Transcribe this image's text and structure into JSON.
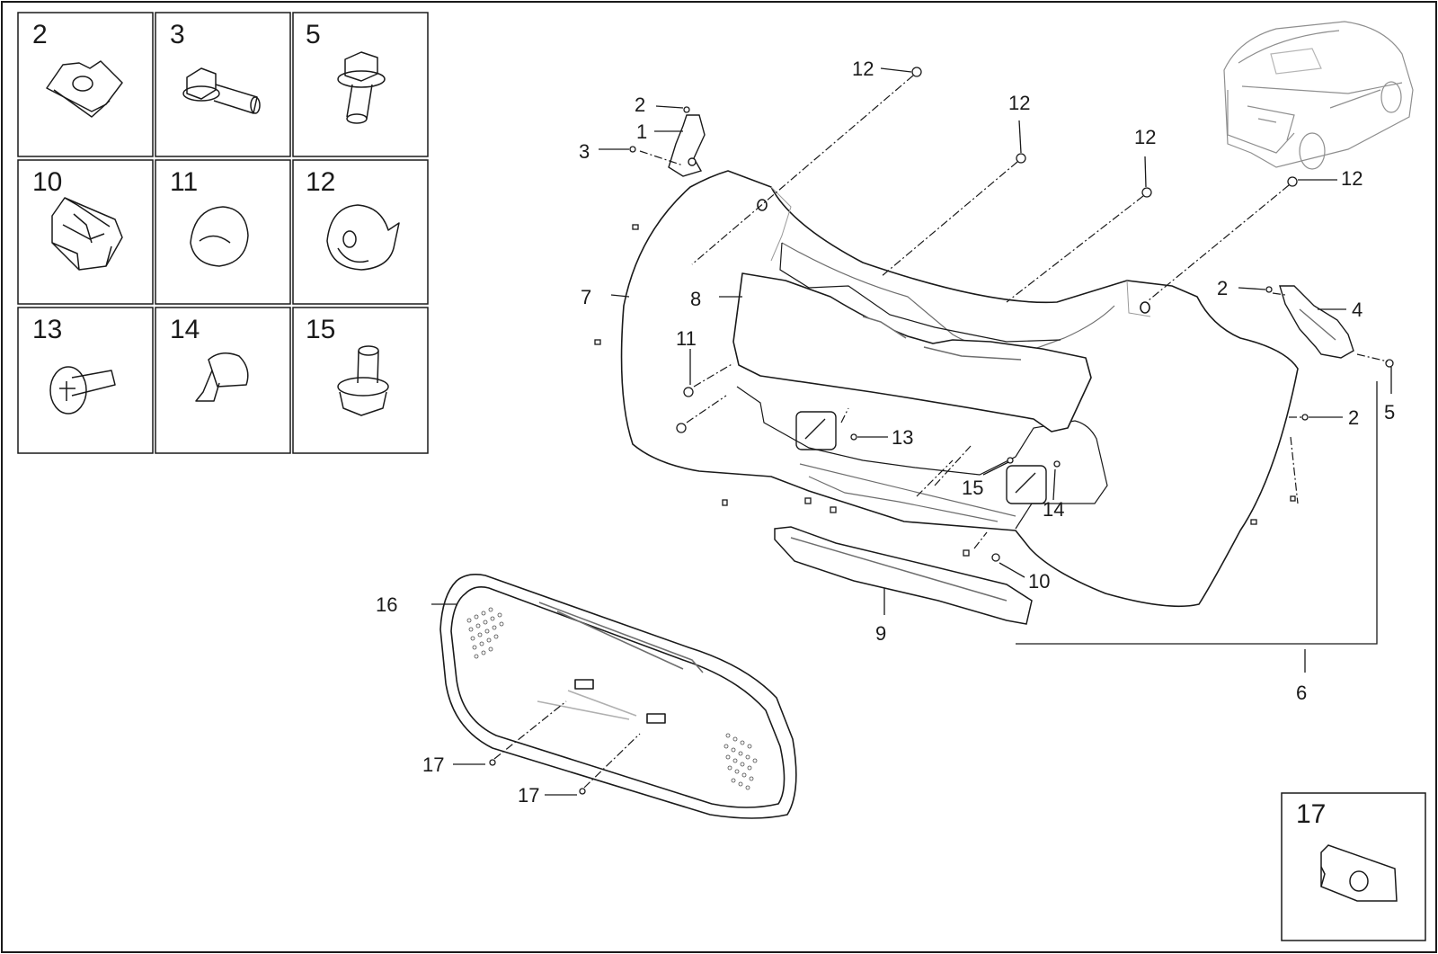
{
  "legend_top": [
    {
      "id": "legend-cell-2",
      "number": "2",
      "part": "spring-nut"
    },
    {
      "id": "legend-cell-3",
      "number": "3",
      "part": "flange-bolt-short"
    },
    {
      "id": "legend-cell-5",
      "number": "5",
      "part": "flange-bolt-long"
    },
    {
      "id": "legend-cell-10",
      "number": "10",
      "part": "clip-nut"
    },
    {
      "id": "legend-cell-11",
      "number": "11",
      "part": "plug-cap"
    },
    {
      "id": "legend-cell-12",
      "number": "12",
      "part": "grommet-nut"
    },
    {
      "id": "legend-cell-13",
      "number": "13",
      "part": "push-rivet"
    },
    {
      "id": "legend-cell-14",
      "number": "14",
      "part": "screw-rivet"
    },
    {
      "id": "legend-cell-15",
      "number": "15",
      "part": "stud-bolt"
    }
  ],
  "legend_bottom": {
    "number": "17",
    "part": "u-nut"
  },
  "callouts": {
    "c1": "1",
    "c2a": "2",
    "c2b": "2",
    "c2c": "2",
    "c3": "3",
    "c4": "4",
    "c5": "5",
    "c6": "6",
    "c7": "7",
    "c8": "8",
    "c9": "9",
    "c10": "10",
    "c11": "11",
    "c12a": "12",
    "c12b": "12",
    "c12c": "12",
    "c12d": "12",
    "c13": "13",
    "c14": "14",
    "c15": "15",
    "c16": "16",
    "c17a": "17",
    "c17b": "17"
  },
  "colors": {
    "line": "#1a1a1a",
    "background": "#ffffff",
    "light": "#9a9a9a"
  }
}
